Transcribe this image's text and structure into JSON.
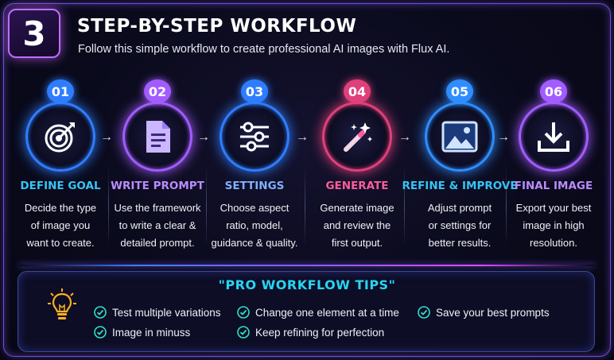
{
  "header": {
    "number": "3",
    "title": "STEP-BY-STEP WORKFLOW",
    "subtitle": "Follow this simple workflow to create professional AI images with Flux AI."
  },
  "steps": [
    {
      "num": "01",
      "label": "DEFINE GOAL",
      "icon": "target-icon",
      "color": "#2f7dff",
      "label_color": "#36c4f5",
      "desc": [
        "Decide the type",
        "of image you",
        "want to create."
      ]
    },
    {
      "num": "02",
      "label": "WRITE PROMPT",
      "icon": "document-icon",
      "color": "#a25cff",
      "label_color": "#b98cff",
      "desc": [
        "Use the framework",
        "to write a clear &",
        "detailed prompt."
      ]
    },
    {
      "num": "03",
      "label": "SETTINGS",
      "icon": "sliders-icon",
      "color": "#2f7dff",
      "label_color": "#7fb0ff",
      "desc": [
        "Choose aspect",
        "ratio, model,",
        "guidance & quality."
      ]
    },
    {
      "num": "04",
      "label": "GENERATE",
      "icon": "magic-wand-icon",
      "color": "#e0407a",
      "label_color": "#ff5c9a",
      "desc": [
        "Generate image",
        "and review the",
        "first output."
      ]
    },
    {
      "num": "05",
      "label": "REFINE & IMPROVE",
      "icon": "image-icon",
      "color": "#2f8dff",
      "label_color": "#36c4f5",
      "desc": [
        "Adjust prompt",
        "or settings for",
        "better results."
      ]
    },
    {
      "num": "06",
      "label": "FINAL IMAGE",
      "icon": "download-icon",
      "color": "#a25cff",
      "label_color": "#b98cff",
      "desc": [
        "Export your best",
        "image in high",
        "resolution."
      ]
    }
  ],
  "tips": {
    "title": "\"PRO WORKFLOW TIPS\"",
    "icon": "lightbulb-icon",
    "items": [
      "Test multiple variations",
      "Change one element at a time",
      "Save your best prompts",
      "Image in minuss",
      "Keep refining for perfection"
    ]
  },
  "colors": {
    "accent": "#6b4fd8",
    "tips_title": "#26d6f2",
    "check": "#2ee0c8",
    "bulb": "#ffb020"
  }
}
